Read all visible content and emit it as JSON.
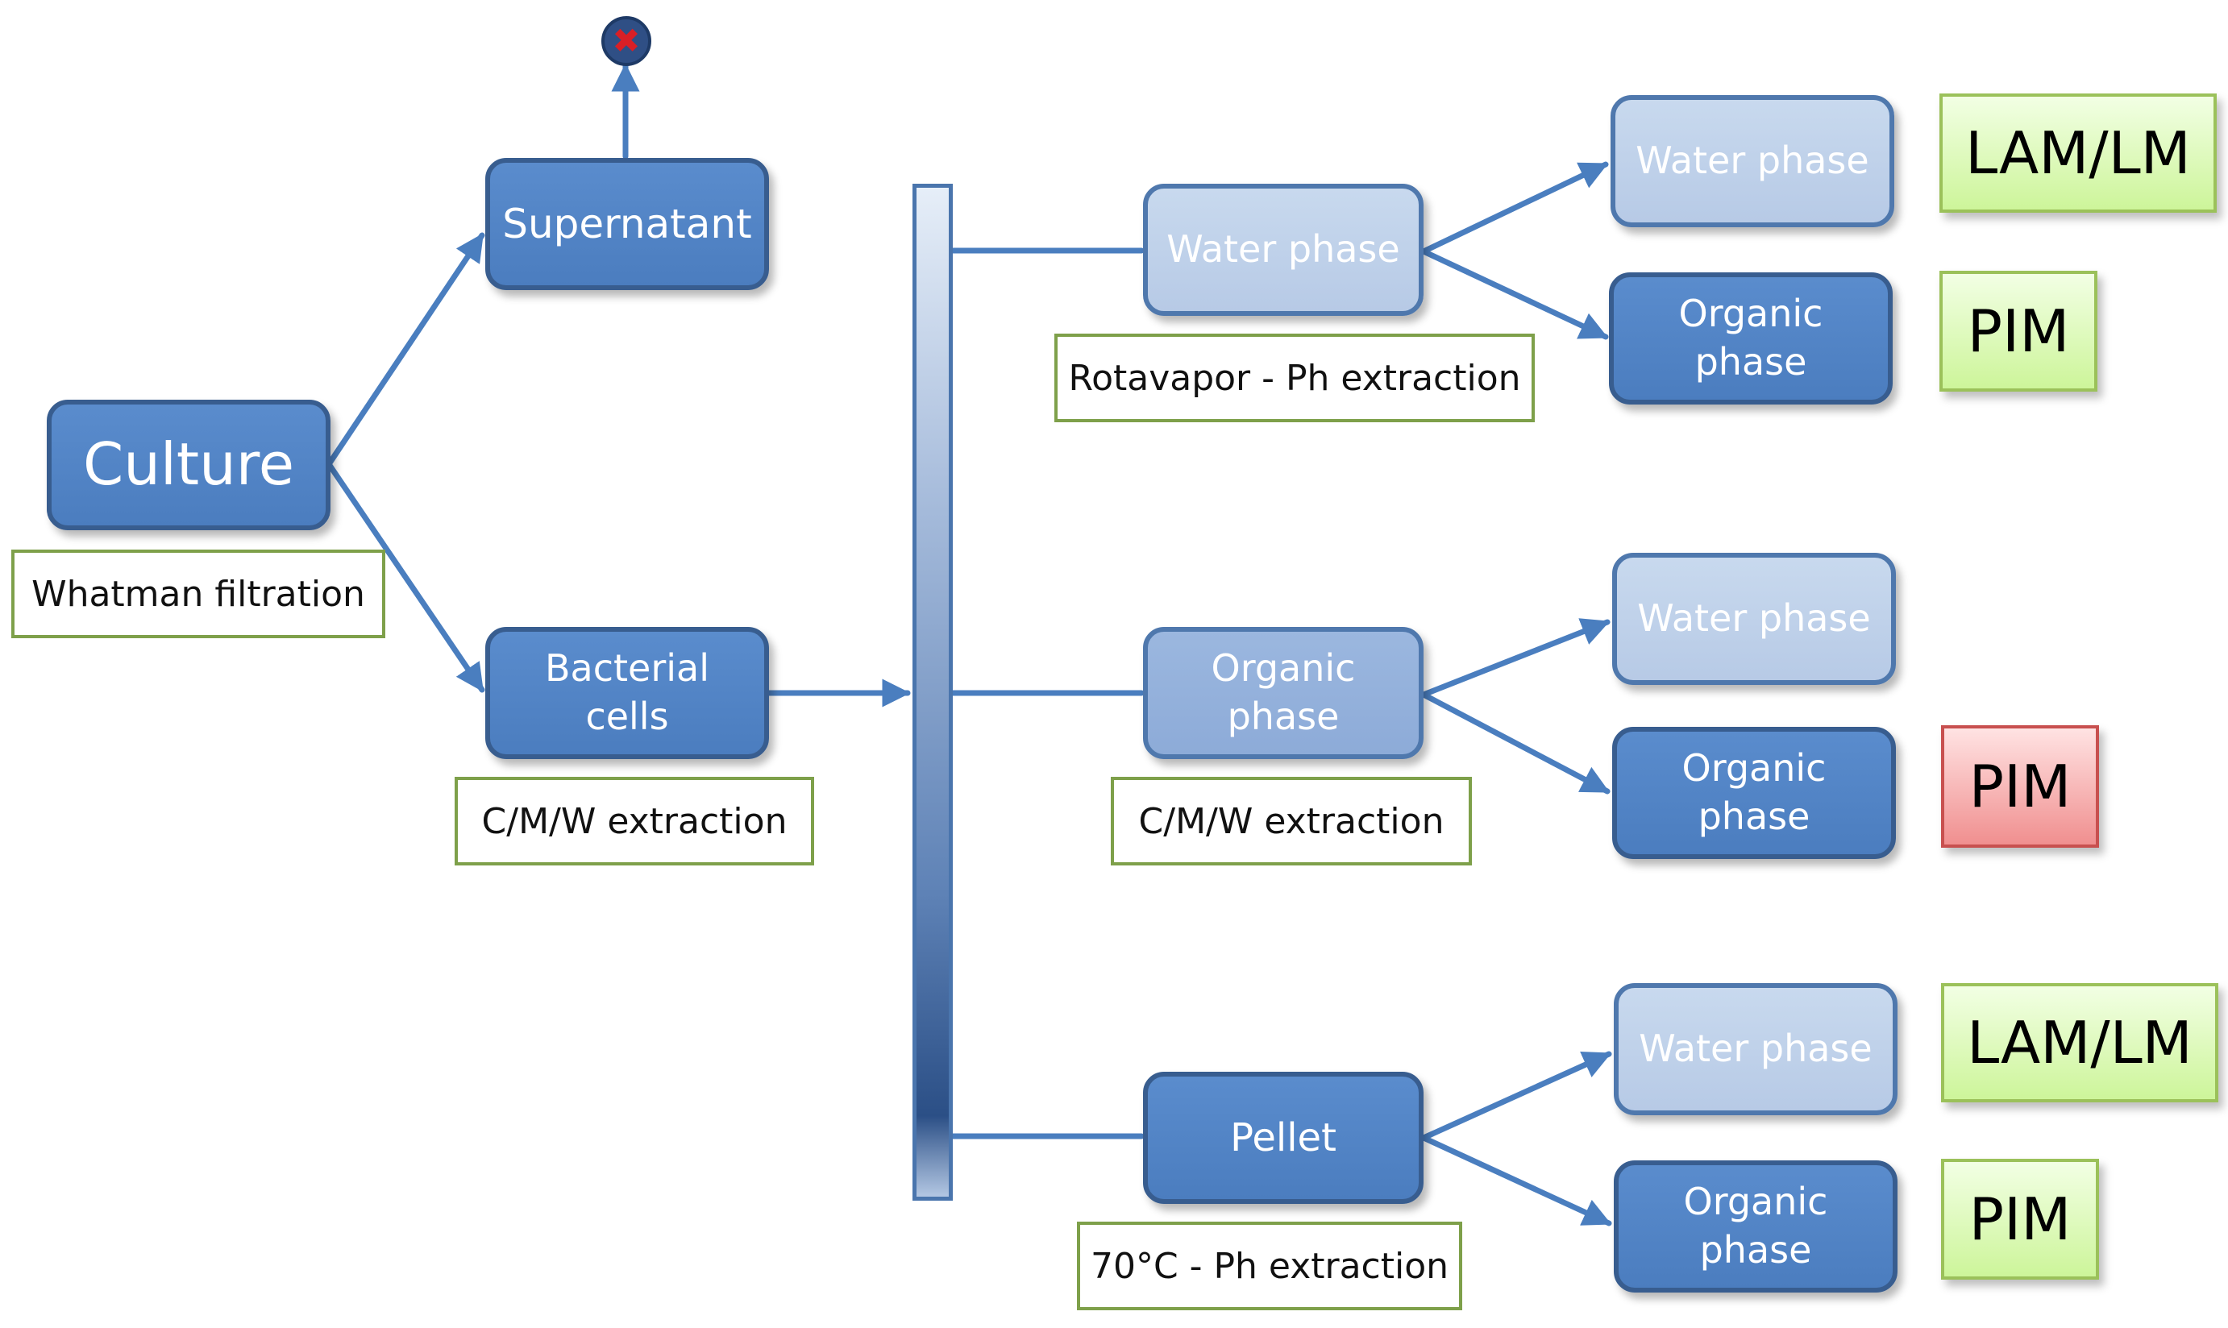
{
  "nodes": {
    "culture": "Culture",
    "supernatant": "Supernatant",
    "bacterial_cells": [
      "Bacterial",
      "cells"
    ],
    "water_phase_1": "Water phase",
    "organic_phase_1": [
      "Organic",
      "phase"
    ],
    "pellet": "Pellet",
    "water_phase_top": "Water phase",
    "organic_phase_top": [
      "Organic",
      "phase"
    ],
    "water_phase_mid": "Water phase",
    "organic_phase_mid": [
      "Organic",
      "phase"
    ],
    "water_phase_bot": "Water phase",
    "organic_phase_bot": [
      "Organic",
      "phase"
    ]
  },
  "notes": {
    "whatman": "Whatman filtration",
    "cmw_1": "C/M/W extraction",
    "rotavapor": "Rotavapor - Ph extraction",
    "cmw_2": "C/M/W extraction",
    "ph70": "70°C - Ph extraction"
  },
  "results": {
    "top_water": "LAM/LM",
    "top_organic": "PIM",
    "mid_organic": "PIM",
    "bot_water": "LAM/LM",
    "bot_organic": "PIM"
  },
  "icons": {
    "discard": "stop-icon"
  },
  "colors": {
    "node_dark": "#4b7dbf",
    "node_light": "#b7cae6",
    "connector": "#4a7ebf",
    "result_green": "#cdf59a",
    "result_red": "#f08f8f",
    "note_border": "#7ea04a"
  }
}
